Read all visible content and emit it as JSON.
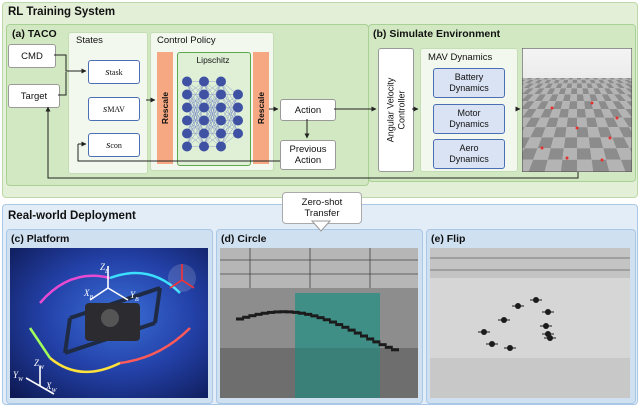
{
  "top_section": {
    "title": "RL Training System",
    "taco": {
      "label": "(a) TACO",
      "cmd": "CMD",
      "target": "Target",
      "states_label": "States",
      "states": [
        {
          "base": "s",
          "sub": "task"
        },
        {
          "base": "s",
          "sub": "MAV"
        },
        {
          "base": "s",
          "sub": "con"
        }
      ],
      "control_policy": "Control Policy",
      "rescale_left": "Rescale",
      "lipschitz": "Lipschitz",
      "rescale_right": "Rescale",
      "action": "Action",
      "previous_action_line1": "Previous",
      "previous_action_line2": "Action"
    },
    "sim": {
      "label": "(b) Simulate Environment",
      "controller_line1": "Angular Velocity",
      "controller_line2": "Controller",
      "mav_dynamics": "MAV Dynamics",
      "blocks": [
        {
          "line1": "Battery",
          "line2": "Dynamics"
        },
        {
          "line1": "Motor",
          "line2": "Dynamics"
        },
        {
          "line1": "Aero",
          "line2": "Dynamics"
        }
      ]
    }
  },
  "transfer": {
    "line1": "Zero-shot",
    "line2": "Transfer"
  },
  "bottom_section": {
    "title": "Real-world Deployment",
    "platform": {
      "label": "(c) Platform",
      "axes_body": {
        "x": "X",
        "y": "Y",
        "z": "Z",
        "sub": "B"
      },
      "axes_world": {
        "x": "X",
        "y": "Y",
        "z": "Z",
        "sub": "W"
      }
    },
    "circle_label": "(d) Circle",
    "flip_label": "(e) Flip"
  },
  "colors": {
    "top_bg": "#e3efd7",
    "top_border": "#9cc98a",
    "bottom_bg": "#e2edf7",
    "bottom_border": "#9dbfe0",
    "rescale": "#f5a882",
    "lipschitz_bg": "#dff0d6",
    "nn_node": "#3f51a3",
    "state_border": "#4a6fb5",
    "block_bg": "#d9e3f4"
  }
}
